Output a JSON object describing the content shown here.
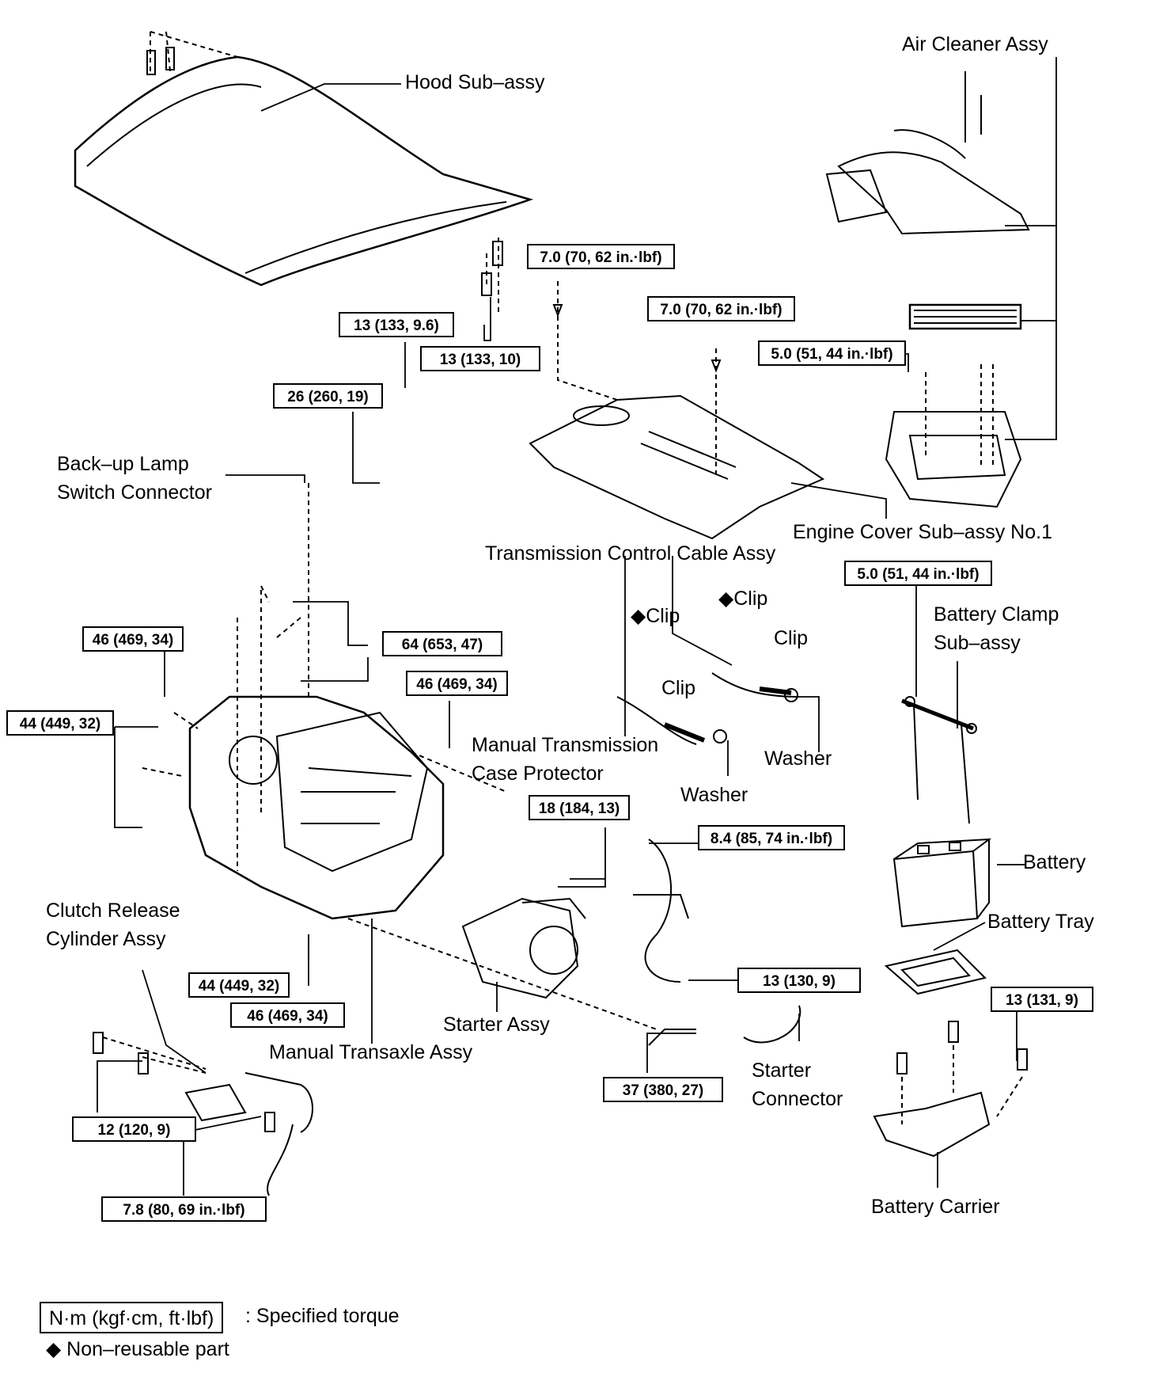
{
  "labels": {
    "hood": "Hood Sub–assy",
    "air_cleaner": "Air Cleaner Assy",
    "backup_lamp_1": "Back–up Lamp",
    "backup_lamp_2": "Switch Connector",
    "engine_cover": "Engine Cover Sub–assy No.1",
    "trans_cable": "Transmission Control Cable Assy",
    "clip_nr_1": "◆Clip",
    "clip_nr_2": "◆Clip",
    "clip_1": "Clip",
    "clip_2": "Clip",
    "washer_1": "Washer",
    "washer_2": "Washer",
    "battery_clamp_1": "Battery Clamp",
    "battery_clamp_2": "Sub–assy",
    "mt_case_protector_1": "Manual Transmission",
    "mt_case_protector_2": "Case Protector",
    "battery": "Battery",
    "battery_tray": "Battery Tray",
    "clutch_release_1": "Clutch Release",
    "clutch_release_2": "Cylinder Assy",
    "starter_assy": "Starter Assy",
    "manual_transaxle": "Manual Transaxle Assy",
    "starter_connector_1": "Starter",
    "starter_connector_2": "Connector",
    "battery_carrier": "Battery Carrier"
  },
  "torques": {
    "t_70_left": "7.0 (70, 62 in.·lbf)",
    "t_70_right": "7.0 (70, 62 in.·lbf)",
    "t_51_air": "5.0 (51, 44 in.·lbf)",
    "t_133_96": "13 (133, 9.6)",
    "t_133_10": "13 (133, 10)",
    "t_260": "26 (260, 19)",
    "t_51_clamp": "5.0 (51, 44 in.·lbf)",
    "t_469_top": "46 (469, 34)",
    "t_653": "64 (653, 47)",
    "t_469_mid": "46 (469, 34)",
    "t_449_left": "44 (449, 32)",
    "t_184": "18 (184, 13)",
    "t_85": "8.4 (85, 74 in.·lbf)",
    "t_130": "13 (130, 9)",
    "t_131": "13 (131, 9)",
    "t_449_bottom": "44 (449, 32)",
    "t_469_bottom": "46 (469, 34)",
    "t_380": "37 (380, 27)",
    "t_120": "12 (120, 9)",
    "t_80": "7.8 (80, 69 in.·lbf)"
  },
  "legend": {
    "unit_box": "N·m (kgf·cm, ft·lbf)",
    "unit_desc": ": Specified torque",
    "non_reusable": "◆ Non–reusable part"
  }
}
